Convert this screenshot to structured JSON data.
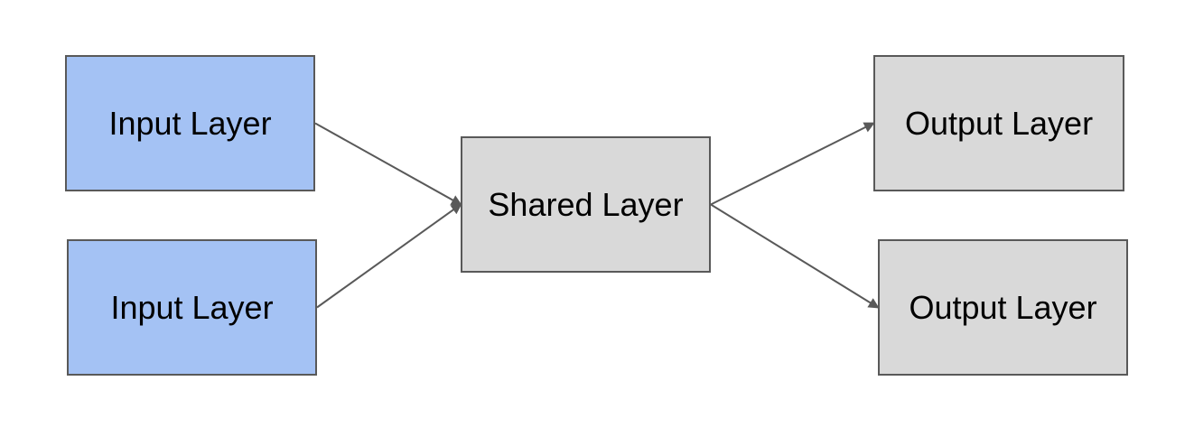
{
  "diagram": {
    "colors": {
      "input_fill": "#a4c2f4",
      "other_fill": "#d9d9d9",
      "border": "#595959",
      "arrow": "#595959"
    },
    "nodes": {
      "input_1": {
        "label": "Input Layer"
      },
      "input_2": {
        "label": "Input Layer"
      },
      "shared": {
        "label": "Shared Layer"
      },
      "output_1": {
        "label": "Output Layer"
      },
      "output_2": {
        "label": "Output Layer"
      }
    },
    "edges": [
      {
        "from": "input_1",
        "to": "shared"
      },
      {
        "from": "input_2",
        "to": "shared"
      },
      {
        "from": "shared",
        "to": "output_1"
      },
      {
        "from": "shared",
        "to": "output_2"
      }
    ]
  }
}
